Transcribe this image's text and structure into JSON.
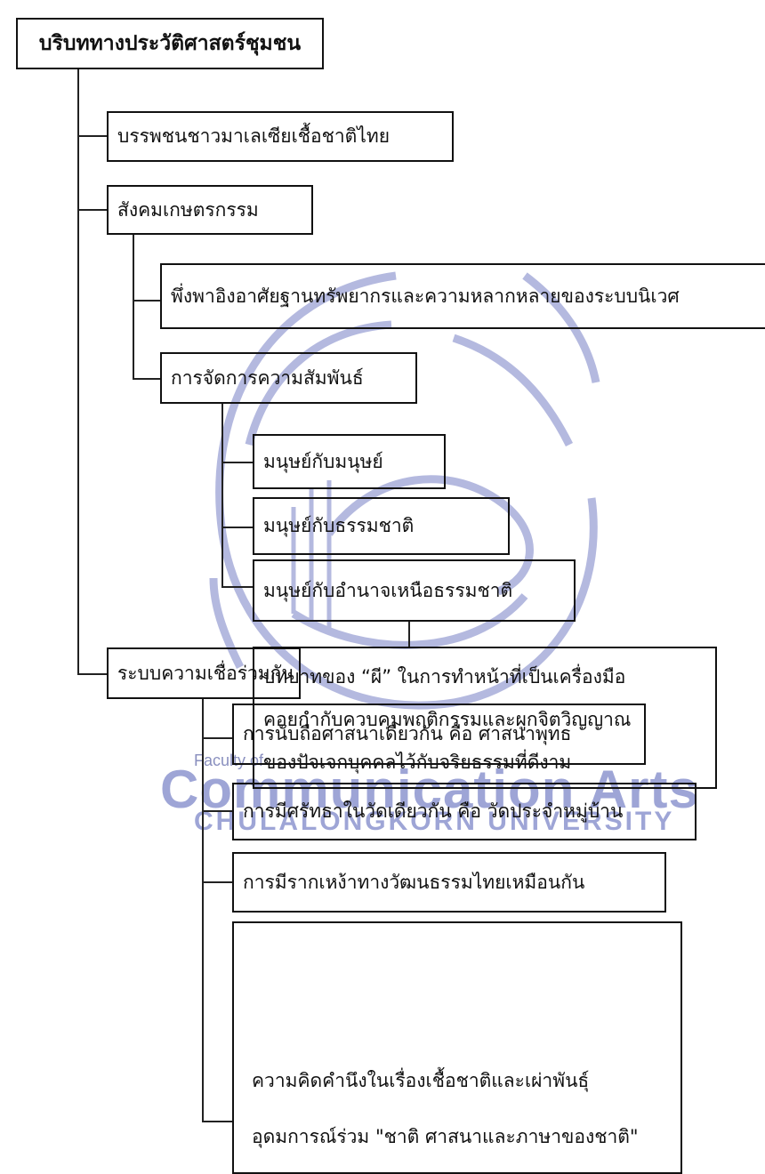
{
  "root": {
    "label": "บริบททางประวัติศาสตร์ชุมชน"
  },
  "ancestors": {
    "label": "บรรพชนชาวมาเลเซียเชื้อชาติไทย"
  },
  "agri": {
    "label": "สังคมเกษตรกรรม",
    "resources": {
      "label": "พึ่งพาอิงอาศัยฐานทรัพยากรและความหลากหลายของระบบนิเวศ"
    },
    "relations": {
      "label": "การจัดการความสัมพันธ์",
      "items": [
        {
          "label": "มนุษย์กับมนุษย์"
        },
        {
          "label": "มนุษย์กับธรรมชาติ"
        },
        {
          "label": "มนุษย์กับอำนาจเหนือธรรมชาติ"
        }
      ],
      "spirit": {
        "lines": [
          "บทบาทของ “ผี” ในการทำหน้าที่เป็นเครื่องมือ",
          "คอยกำกับควบคุมพฤติกรรมและผูกจิตวิญญาณ",
          "ของปัจเจกบุคคลไว้กับจริยธรรมที่ดีงาม"
        ]
      }
    }
  },
  "beliefs": {
    "label": "ระบบความเชื่อร่วมกัน",
    "items": [
      {
        "label": "การนับถือศาสนาเดียวกัน คือ ศาสนาพุทธ"
      },
      {
        "label": "การมีศรัทธาในวัดเดียวกัน คือ วัดประจำหมู่บ้าน"
      },
      {
        "label": "การมีรากเหง้าทางวัฒนธรรมไทยเหมือนกัน"
      }
    ],
    "nation": {
      "lines": [
        "ความคิดคำนึงในเรื่องเชื้อชาติและเผ่าพันธุ์",
        "อุดมการณ์ร่วม \"ชาติ ศาสนาและภาษาของชาติ\""
      ]
    }
  },
  "watermark": {
    "faculty": "Faculty of",
    "comm": "Communication Arts",
    "university": "CHULALONGKORN UNIVERSITY",
    "color": "#9ea5d6"
  }
}
